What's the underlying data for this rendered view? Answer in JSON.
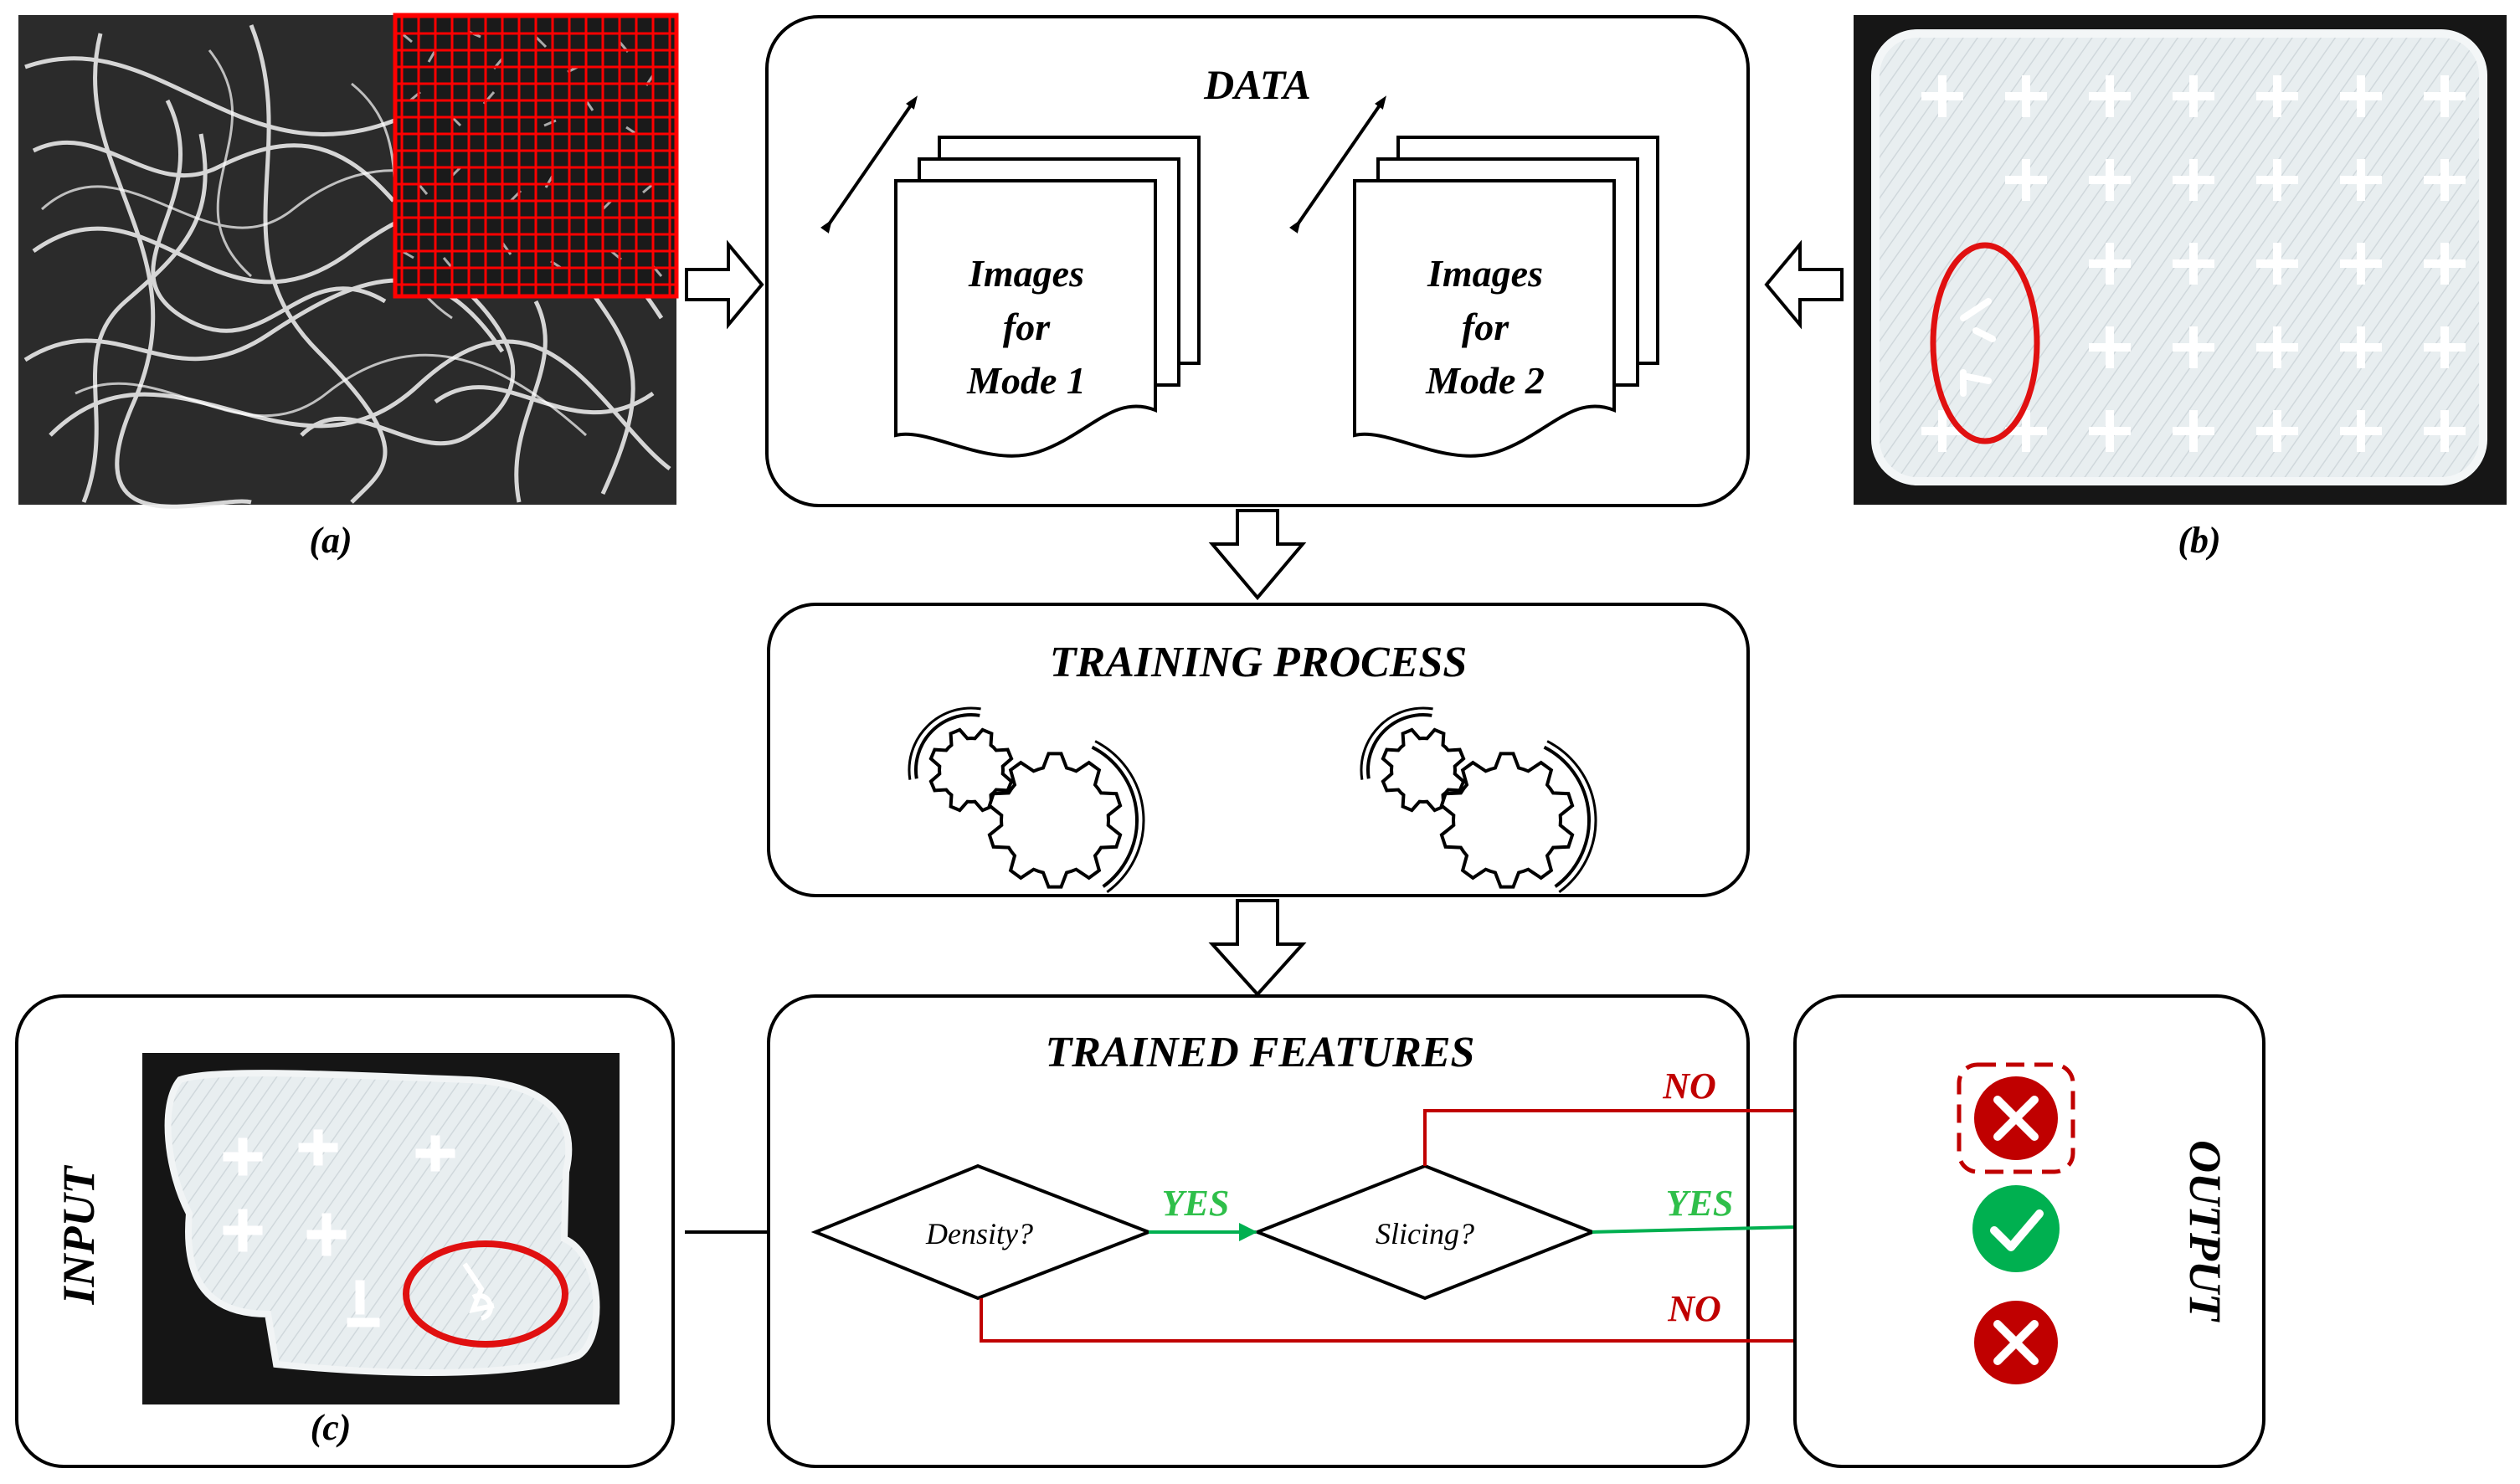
{
  "captions": {
    "a": "(a)",
    "b": "(b)",
    "c": "(c)"
  },
  "data_box": {
    "title": "DATA",
    "stack1": [
      "Images",
      "for",
      "Mode 1"
    ],
    "stack2": [
      "Images",
      "for",
      "Mode 2"
    ]
  },
  "training_box": {
    "title": "TRAINING PROCESS"
  },
  "features_box": {
    "title": "TRAINED FEATURES",
    "decision1": "Density?",
    "decision2": "Slicing?",
    "yes1": "YES",
    "yes2": "YES",
    "no_top": "NO",
    "no_bottom": "NO"
  },
  "input_box": {
    "label": "INPUT"
  },
  "output_box": {
    "label": "OUTPUT"
  },
  "icons": {
    "gears_left": "gears-icon",
    "gears_right": "gears-icon",
    "reject": "x-circle-icon",
    "accept": "check-circle-icon"
  },
  "colors": {
    "red": "#c00000",
    "green": "#00b050",
    "yes_text": "#2fbf4a",
    "no_text": "#c00000",
    "photo_bg": "#111111",
    "grid_red": "#ff0000"
  }
}
